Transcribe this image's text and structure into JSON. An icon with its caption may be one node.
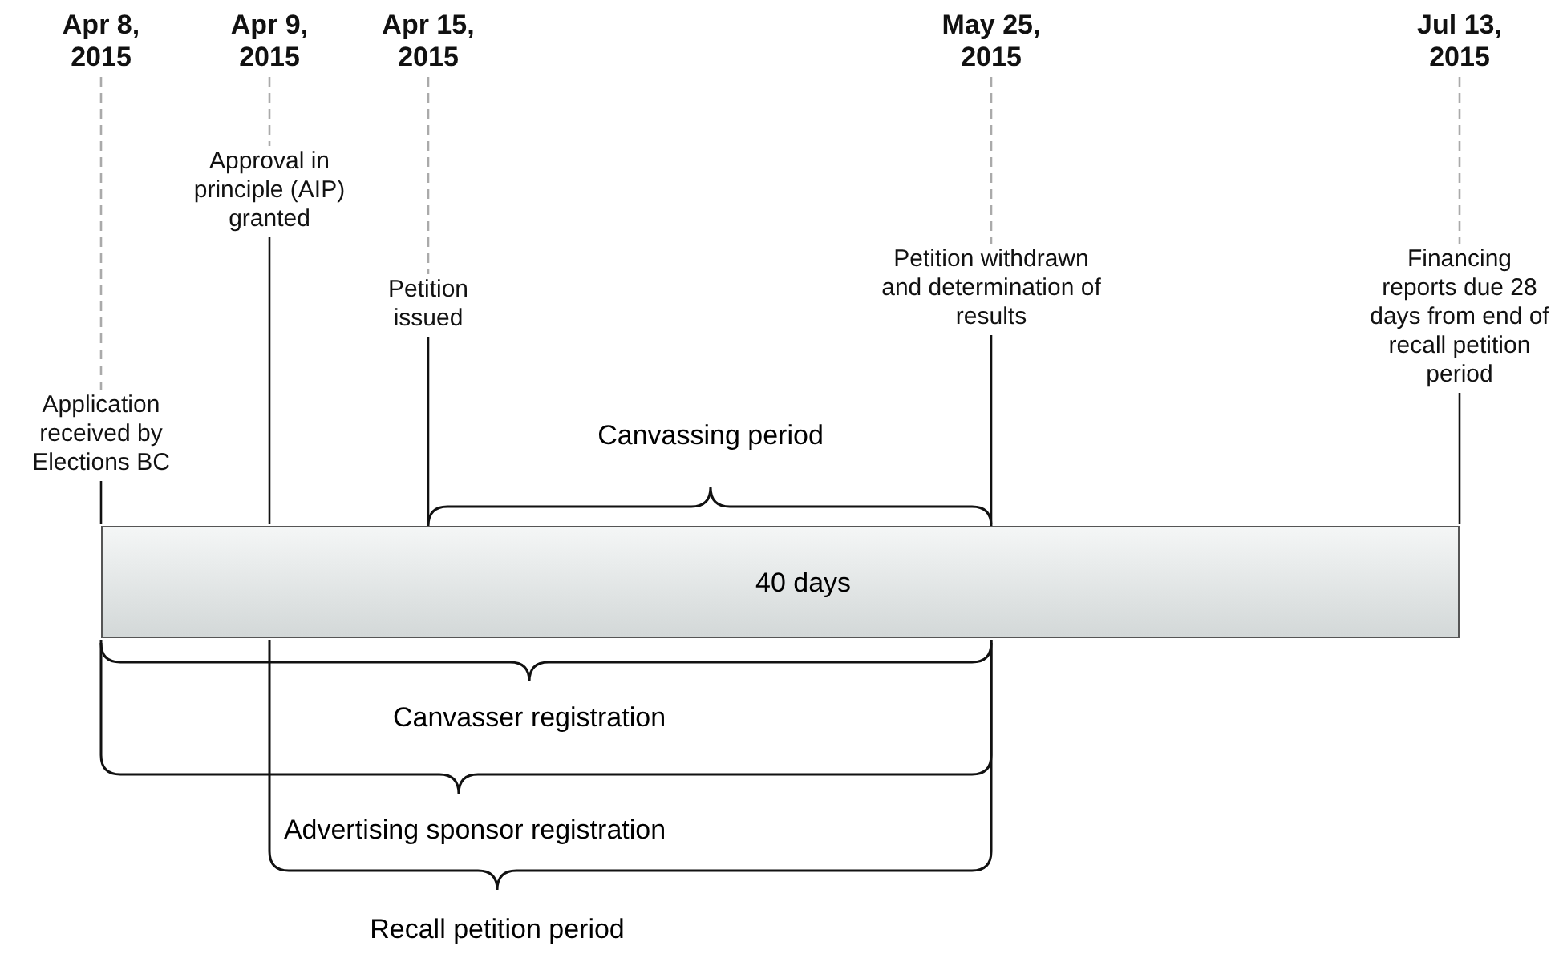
{
  "diagram": {
    "nodes": [
      {
        "text": [
          "Apr 8, 2015"
        ]
      },
      {
        "text": [
          "Apr 9, 2015"
        ]
      },
      {
        "text": [
          "Apr 15, 2015"
        ]
      },
      {
        "text": [
          "May 25, 2015"
        ]
      },
      {
        "text": [
          "Jul 13, 2015"
        ]
      },
      {
        "text": [
          "Application received by Elections BC"
        ]
      },
      {
        "text": [
          "Approval in principle (AIP) granted"
        ]
      },
      {
        "text": [
          "Petition issued"
        ]
      },
      {
        "text": [
          "Petition withdrawn and determination of results"
        ]
      },
      {
        "text": [
          "Financing reports due 28 days from end of recall petition period"
        ]
      },
      {
        "text": [
          "40 days"
        ]
      }
    ],
    "edges": [
      {
        "from": 0,
        "to": 5,
        "arrow": "none",
        "style": "dashed",
        "color": "#aaaaaa"
      },
      {
        "from": 1,
        "to": 6,
        "arrow": "none",
        "style": "dashed",
        "color": "#aaaaaa"
      },
      {
        "from": 2,
        "to": 7,
        "arrow": "none",
        "style": "dashed",
        "color": "#aaaaaa"
      },
      {
        "from": 3,
        "to": 8,
        "arrow": "none",
        "style": "dashed",
        "color": "#aaaaaa"
      },
      {
        "from": 4,
        "to": 9,
        "arrow": "none",
        "style": "dashed",
        "color": "#aaaaaa"
      },
      {
        "from": 5,
        "to": 10,
        "arrow": "none",
        "color": "#111111"
      },
      {
        "from": 6,
        "to": 10,
        "arrow": "none",
        "color": "#111111"
      },
      {
        "from": 7,
        "to": 10,
        "arrow": "none",
        "color": "#111111"
      },
      {
        "from": 8,
        "to": 10,
        "arrow": "none",
        "color": "#111111"
      },
      {
        "from": 9,
        "to": 10,
        "arrow": "none",
        "color": "#111111"
      }
    ],
    "labels": [
      "Canvassing period",
      "Canvasser registration",
      "Advertising sponsor registration",
      "Recall petition period"
    ]
  }
}
